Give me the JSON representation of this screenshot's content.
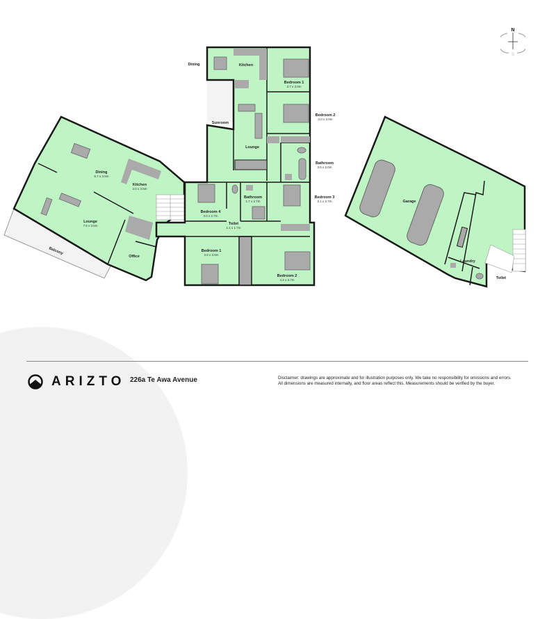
{
  "property": {
    "address": "226a Te Awa Avenue"
  },
  "brand": {
    "name": "ARIZTO",
    "logo_icon": "mountain-circle-icon"
  },
  "compass": {
    "north": "N",
    "south": "S"
  },
  "disclaimer": {
    "line1": "Disclaimer: drawings are approximate and for illustration purposes only. We take no responsibility for omissions and errors.",
    "line2": "All dimensions are measured internally, and floor areas reflect this. Measurements should be verified by the buyer."
  },
  "colors": {
    "room_fill": "#bff5c5",
    "wall": "#1a1a1a",
    "fixture": "#aaaaaa",
    "balcony": "#f3f3f3",
    "footer_circle": "#f2f2f2"
  },
  "floors": {
    "left_wing": {
      "rooms": [
        {
          "name": "Dining",
          "dims": "5.7 x 3.6m"
        },
        {
          "name": "Kitchen",
          "dims": "3.0 x 3.6m"
        },
        {
          "name": "Lounge",
          "dims": "7.6 x 3.6m"
        },
        {
          "name": "Balcony",
          "dims": ""
        },
        {
          "name": "Office",
          "dims": ""
        }
      ]
    },
    "center_wing": {
      "rooms": [
        {
          "name": "Dining",
          "dims": ""
        },
        {
          "name": "Kitchen",
          "dims": ""
        },
        {
          "name": "Bedroom 1",
          "dims": "3.7 x 3.0m"
        },
        {
          "name": "Bedroom 2",
          "dims": "3.0 x 3.0m"
        },
        {
          "name": "Sunroom",
          "dims": ""
        },
        {
          "name": "Lounge",
          "dims": ""
        },
        {
          "name": "Bathroom",
          "dims": "3.0 x 2.0m"
        },
        {
          "name": "Bedroom 3",
          "dims": "3.1 x 2.7m"
        },
        {
          "name": "Bedroom 4",
          "dims": "3.0 x 2.7m"
        },
        {
          "name": "Bathroom",
          "dims": "1.7 x 2.7m"
        },
        {
          "name": "Toilet",
          "dims": "1.1 x 1.7m"
        },
        {
          "name": "Bedroom 1",
          "dims": "3.6 x 3.6m"
        },
        {
          "name": "Bedroom 2",
          "dims": "4.2 x 3.7m"
        }
      ]
    },
    "right_wing": {
      "rooms": [
        {
          "name": "Garage",
          "dims": ""
        },
        {
          "name": "Laundry",
          "dims": ""
        },
        {
          "name": "Toilet",
          "dims": ""
        }
      ]
    }
  }
}
